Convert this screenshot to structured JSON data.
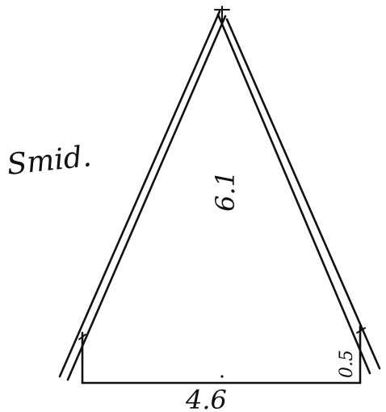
{
  "diagram": {
    "label_left": "Smid.",
    "label_height": "6.1",
    "label_base": "4.6",
    "label_wall": "0.5"
  }
}
